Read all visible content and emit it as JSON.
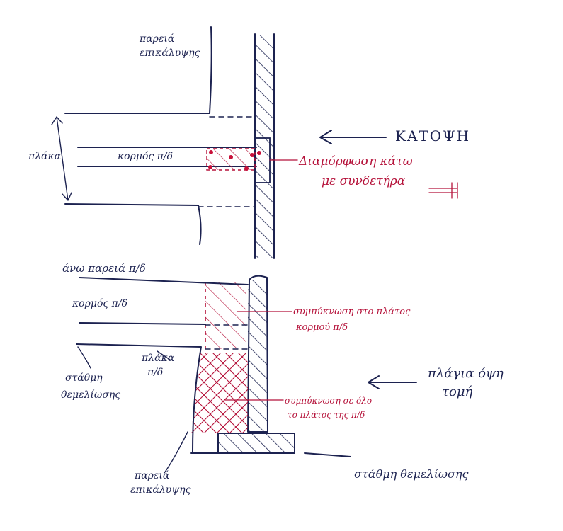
{
  "labels": {
    "top_parapet": [
      "παρειά",
      "επικάλυψης"
    ],
    "slab_top": "πλάκα",
    "joist_top": "κορμός π/δ",
    "view_top": "ΚΑΤΟΨΗ",
    "lining": [
      "Διαμόρφωση κάτω",
      "με συνδετήρα"
    ],
    "upper_parapet": "άνω παρειά π/δ",
    "joist_bottom": "κορμός π/δ",
    "infill_note": [
      "συμπύκνωση στο πλάτος",
      "κορμού π/δ"
    ],
    "slab_bottom": [
      "πλάκα",
      "π/δ"
    ],
    "foundation_left": [
      "στάθμη",
      "θεμελίωσης"
    ],
    "view_side": [
      "πλάγια όψη",
      "τομή"
    ],
    "fill_note": [
      "συμπύκνωση σε όλο",
      "το πλάτος της π/δ"
    ],
    "bottom_parapet": [
      "παρειά",
      "επικάλυψης"
    ],
    "foundation_bottom": "στάθμη θεμελίωσης"
  },
  "colors": {
    "ink": "#1c2250",
    "annotation": "#b5123a"
  }
}
